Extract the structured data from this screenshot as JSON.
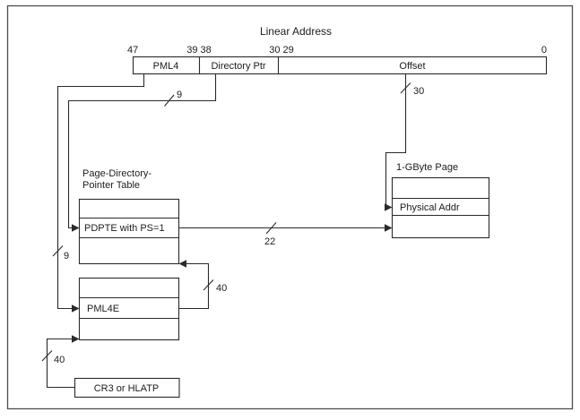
{
  "figure": {
    "colors": {
      "ink": "#1c1c1c",
      "background": "#ffffff"
    },
    "linear_address": {
      "title": "Linear Address",
      "bit_labels": {
        "b47": "47",
        "b39_38": "39 38",
        "b30_29": "30 29",
        "b0": "0"
      },
      "fields": {
        "pml4": "PML4",
        "directory_ptr": "Directory Ptr",
        "offset": "Offset"
      }
    },
    "bus_widths": {
      "directory_ptr_bits": "9",
      "pml4_bits": "9",
      "offset_bits": "30",
      "pdpte_bits": "22",
      "pml4e_bits": "40",
      "cr3_bits": "40"
    },
    "pdpt_table": {
      "label_line1": "Page-Directory-",
      "label_line2": "Pointer Table",
      "entry_label": "PDPTE with PS=1"
    },
    "pml4_table": {
      "entry_label": "PML4E"
    },
    "cr3_box": {
      "label": "CR3 or HLATP"
    },
    "page_box": {
      "label": "1-GByte Page",
      "entry_label": "Physical Addr"
    }
  }
}
